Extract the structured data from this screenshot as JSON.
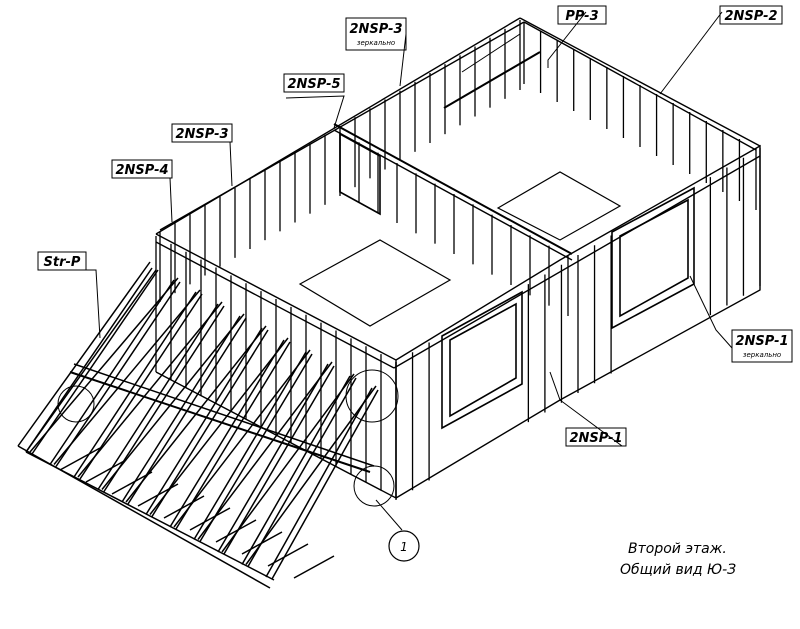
{
  "callouts": [
    {
      "id": "nsp3m",
      "text": "2NSP-3",
      "sub": "зеркально"
    },
    {
      "id": "pp3",
      "text": "PP-3"
    },
    {
      "id": "nsp2",
      "text": "2NSP-2"
    },
    {
      "id": "nsp5",
      "text": "2NSP-5"
    },
    {
      "id": "nsp3",
      "text": "2NSP-3"
    },
    {
      "id": "nsp4",
      "text": "2NSP-4"
    },
    {
      "id": "strp",
      "text": "Str-P"
    },
    {
      "id": "nsp1m",
      "text": "2NSP-1",
      "sub": "зеркально"
    },
    {
      "id": "nsp1",
      "text": "2NSP-1"
    }
  ],
  "detail_marker": "1",
  "caption": {
    "line1": "Второй этаж.",
    "line2": "Общий вид Ю-З"
  }
}
